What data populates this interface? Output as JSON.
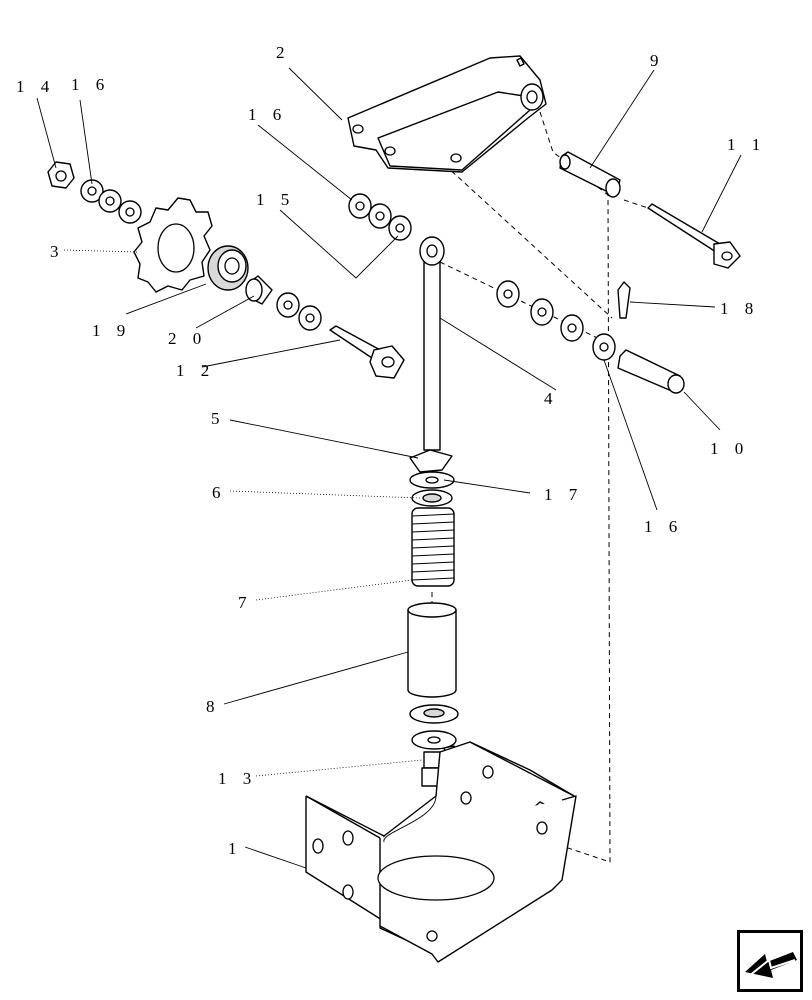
{
  "callouts": {
    "c1": "1",
    "c2": "2",
    "c3": "3",
    "c4": "4",
    "c5": "5",
    "c6": "6",
    "c7": "7",
    "c8": "8",
    "c9": "9",
    "c10": "1 0",
    "c11": "1 1",
    "c12": "1 2",
    "c13": "1 3",
    "c14": "1 4",
    "c15": "1 5",
    "c16a": "1 6",
    "c16b": "1 6",
    "c16c": "1 6",
    "c17": "1 7",
    "c18": "1 8",
    "c19": "1 9",
    "c20": "2 0"
  },
  "icons": {
    "nav": "arrow-back-icon"
  }
}
